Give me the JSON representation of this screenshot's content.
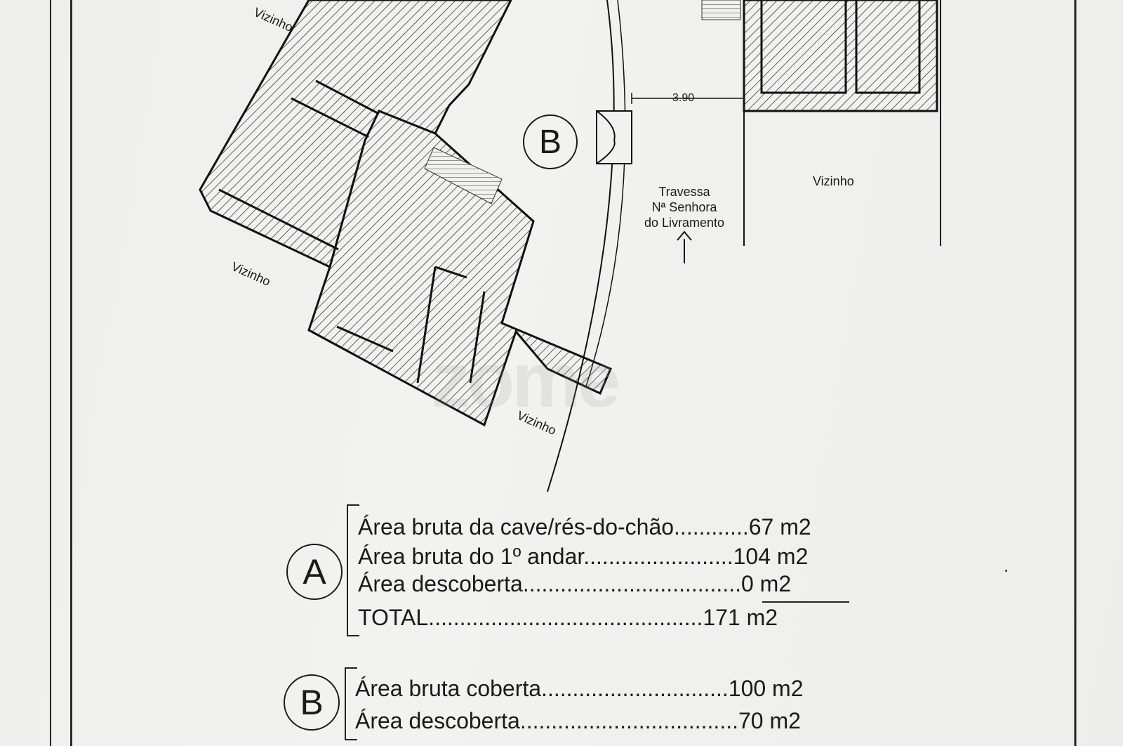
{
  "plan": {
    "labels": {
      "neighbor": "Vizinho",
      "street_line1": "Travessa",
      "street_line2": "Nª Senhora",
      "street_line3": "do Livramento",
      "dimension": "3.90",
      "marker_b": "B"
    },
    "watermark": "zome"
  },
  "summary": {
    "A": {
      "marker": "A",
      "rows": [
        {
          "label": "Área bruta da cave/rés-do-chão",
          "leader": "............",
          "value": "67 m2"
        },
        {
          "label": "Área bruta do 1º andar",
          "leader": "........................",
          "value": "104 m2"
        },
        {
          "label": "Área descoberta",
          "leader": "...................................",
          "value": "0 m2"
        },
        {
          "label": "TOTAL",
          "leader": "............................................",
          "value": "171 m2"
        }
      ]
    },
    "B": {
      "marker": "B",
      "rows": [
        {
          "label": "Área bruta coberta",
          "leader": "..............................",
          "value": "100 m2"
        },
        {
          "label": "Área descoberta",
          "leader": "...................................",
          "value": "70 m2"
        }
      ]
    }
  }
}
